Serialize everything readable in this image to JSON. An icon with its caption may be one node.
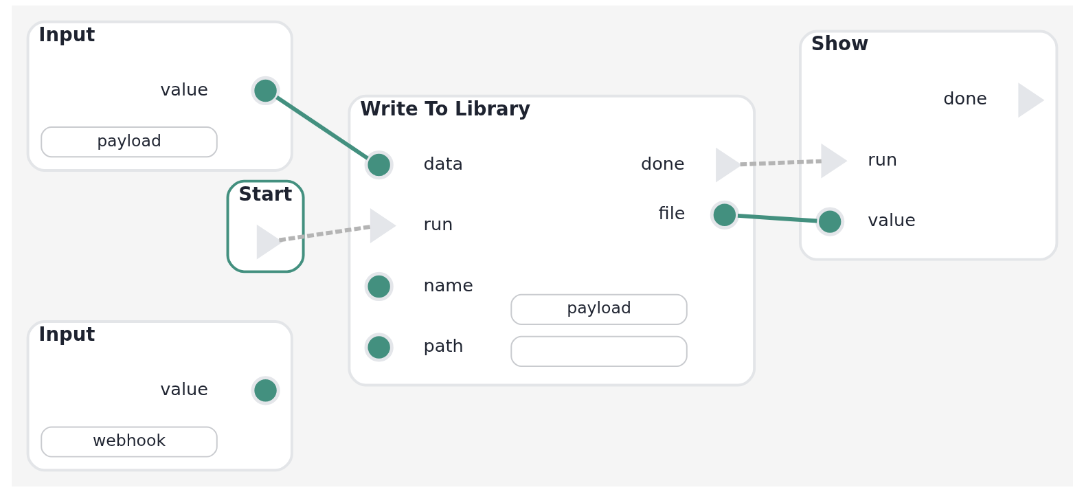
{
  "diagram": {
    "nodes": [
      {
        "text": [
          "Start"
        ]
      },
      {
        "text": [],
        "shape": "triangle",
        "in": 0
      },
      {
        "text": [
          "Input"
        ]
      },
      {
        "text": [],
        "shape": "circle",
        "beside": [
          "value"
        ],
        "in": 2
      },
      {
        "text": [
          "payload"
        ],
        "in": 2
      },
      {
        "text": [
          "Input"
        ]
      },
      {
        "text": [],
        "shape": "circle",
        "beside": [
          "value"
        ],
        "in": 5
      },
      {
        "text": [
          "webhook"
        ],
        "in": 5
      },
      {
        "text": [
          "Write To Library"
        ]
      },
      {
        "text": [],
        "shape": "triangle",
        "beside": [
          "done"
        ],
        "in": 8
      },
      {
        "text": [],
        "shape": "circle",
        "beside": [
          "file"
        ],
        "in": 8
      },
      {
        "text": [],
        "shape": "triangle",
        "beside": [
          "run"
        ],
        "in": 8
      },
      {
        "text": [],
        "shape": "circle",
        "beside": [
          "data"
        ],
        "in": 8
      },
      {
        "text": [],
        "shape": "circle",
        "beside": [
          "name"
        ],
        "in": 8
      },
      {
        "text": [
          "payload"
        ],
        "in": 8
      },
      {
        "text": [],
        "shape": "circle",
        "beside": [
          "path"
        ],
        "in": 8
      },
      {
        "text": [],
        "shape": "box",
        "in": 8
      },
      {
        "text": [
          "Show"
        ]
      },
      {
        "text": [],
        "shape": "triangle",
        "beside": [
          "done"
        ],
        "in": 17
      },
      {
        "text": [],
        "shape": "triangle",
        "beside": [
          "run"
        ],
        "in": 17
      },
      {
        "text": [],
        "shape": "circle",
        "beside": [
          "value"
        ],
        "in": 17
      }
    ],
    "edges": [
      {
        "from": 1,
        "to": 11,
        "arrow": "none",
        "style": "dashed",
        "color": "#b4b4b4"
      },
      {
        "from": 3,
        "to": 12,
        "arrow": "none",
        "color": "#43907f"
      },
      {
        "from": 9,
        "to": 19,
        "arrow": "none",
        "style": "dashed",
        "color": "#b4b4b4"
      },
      {
        "from": 10,
        "to": 20,
        "arrow": "none",
        "color": "#43907f"
      }
    ]
  }
}
